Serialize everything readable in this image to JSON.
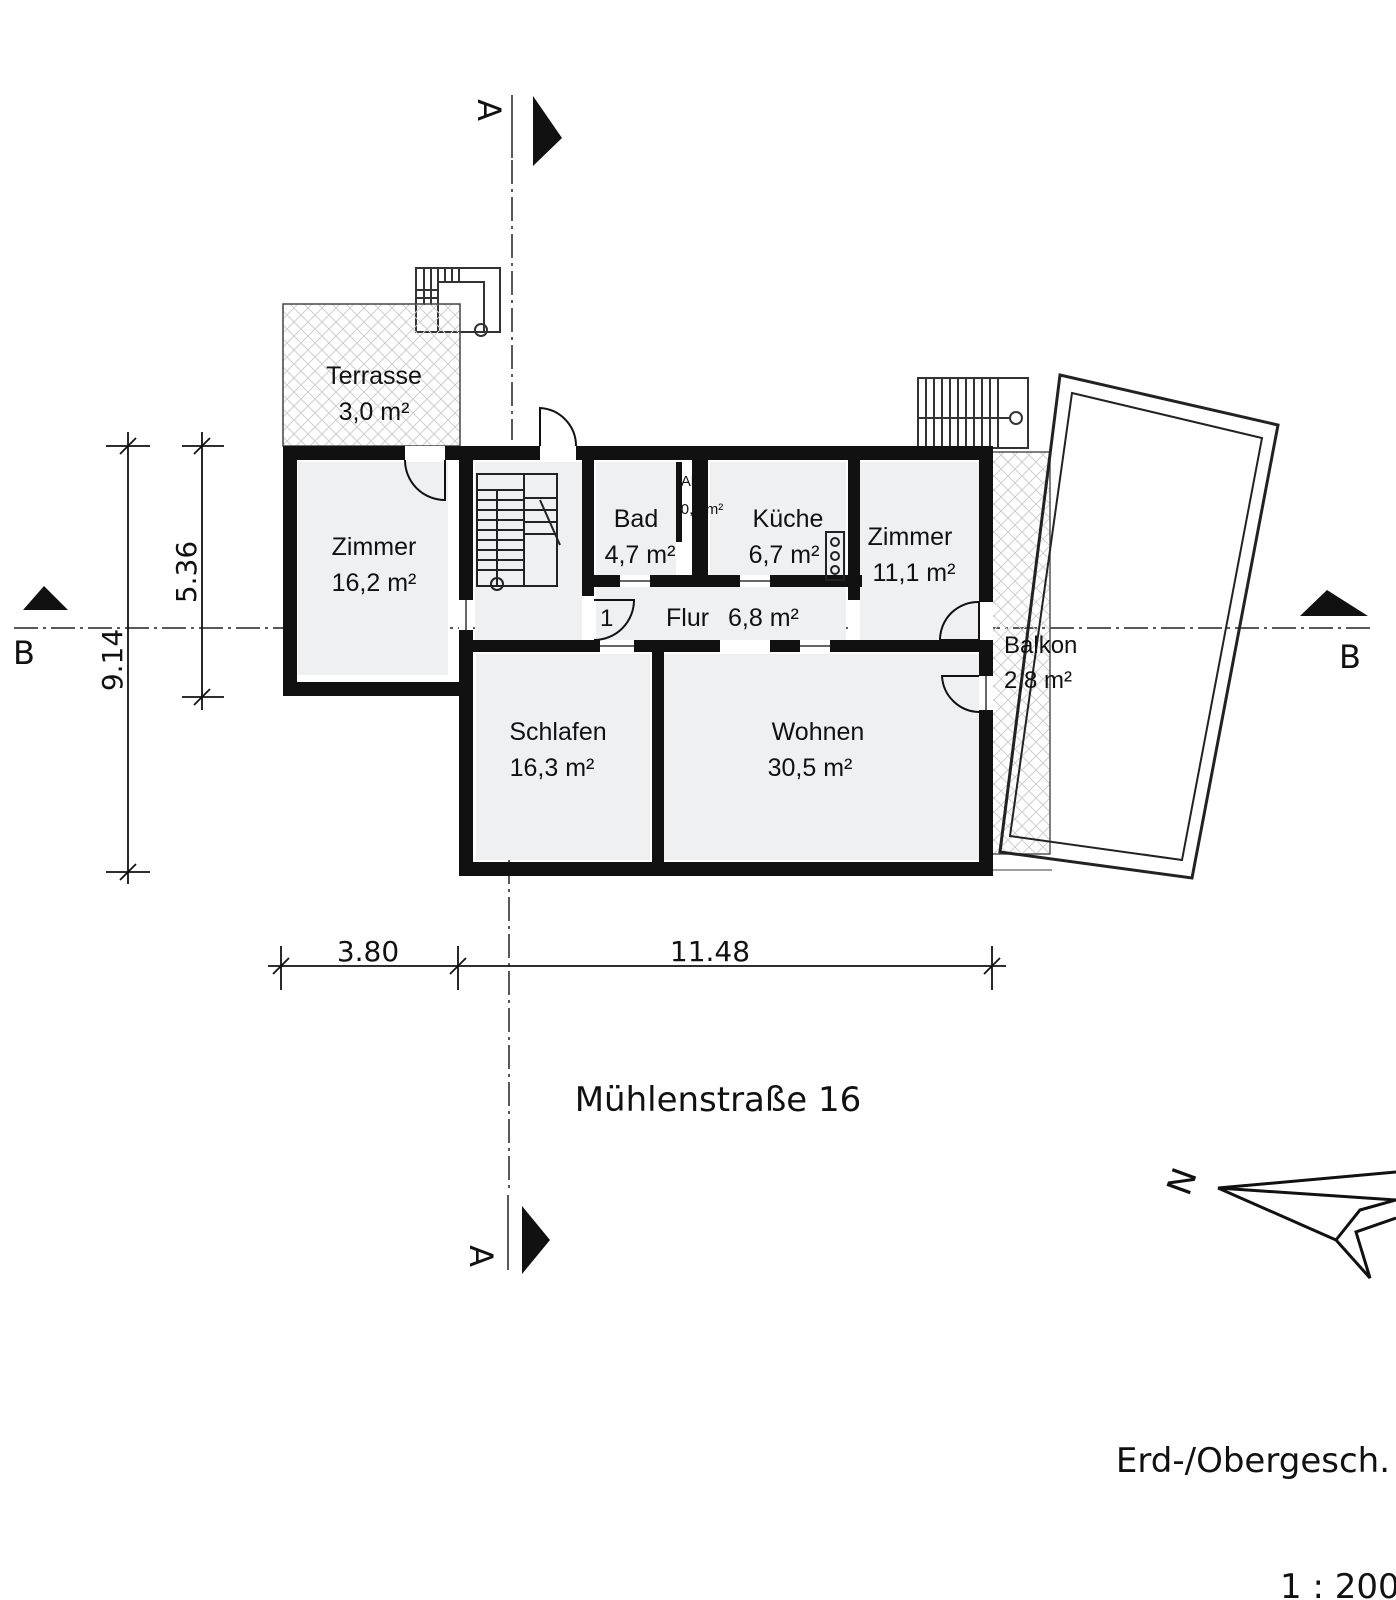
{
  "rooms": {
    "terrasse": {
      "name": "Terrasse",
      "area": "3,0 m²"
    },
    "zimmer_west": {
      "name": "Zimmer",
      "area": "16,2 m²"
    },
    "bad": {
      "name": "Bad",
      "area": "4,7 m²"
    },
    "ab": {
      "name": "Ab",
      "area": "0,8 m²"
    },
    "kueche": {
      "name": "Küche",
      "area": "6,7 m²"
    },
    "zimmer_east": {
      "name": "Zimmer",
      "area": "11,1 m²"
    },
    "flur": {
      "name": "Flur",
      "area": "6,8 m²"
    },
    "balkon": {
      "name": "Balkon",
      "area": "2,8 m²"
    },
    "schlafen": {
      "name": "Schlafen",
      "area": "16,3 m²"
    },
    "wohnen": {
      "name": "Wohnen",
      "area": "30,5 m²"
    }
  },
  "door_number": "1",
  "dimensions": {
    "width_left": "3.80",
    "width_right": "11.48",
    "depth_total": "9.14",
    "depth_part": "5.36"
  },
  "section_markers": {
    "a_top": "A",
    "a_bottom": "A",
    "b_left": "B",
    "b_right": "B"
  },
  "north_label": "N",
  "address": "Mühlenstraße 16",
  "floor_label": "Erd-/Obergesch.",
  "scale": "1 : 200"
}
